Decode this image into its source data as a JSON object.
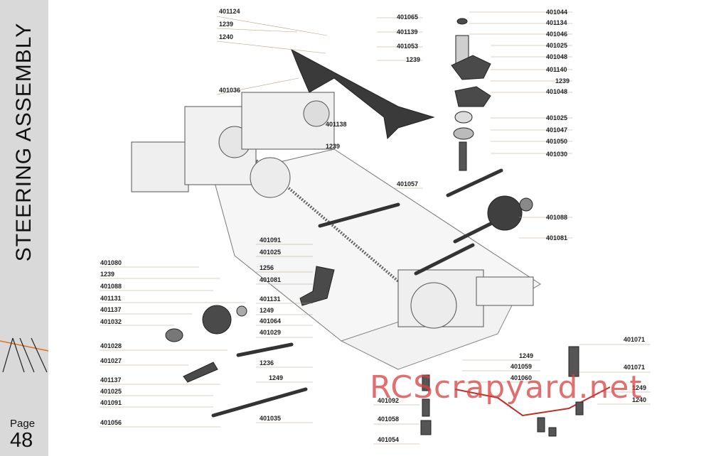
{
  "sidebar": {
    "title": "STEERING  ASSEMBLY",
    "page_label": "Page",
    "page_number": "48"
  },
  "callouts": [
    "401124",
    "1239",
    "1240",
    "401036",
    "401065",
    "401139",
    "401053",
    "1239",
    "401044",
    "401134",
    "401046",
    "401025",
    "401048",
    "401140",
    "1239",
    "401048",
    "401138",
    "1239",
    "401025",
    "401047",
    "401050",
    "401030",
    "401057",
    "401088",
    "401081",
    "401091",
    "401025",
    "1256",
    "401081",
    "401131",
    "1249",
    "401064",
    "401029",
    "1236",
    "1249",
    "401080",
    "1239",
    "401088",
    "401131",
    "401137",
    "401032",
    "401028",
    "401027",
    "401137",
    "401025",
    "401091",
    "401056",
    "401035",
    "401092",
    "401058",
    "401054",
    "1249",
    "401059",
    "401060",
    "401071",
    "401071",
    "1249",
    "1240"
  ],
  "watermark": "RCScrapyard.net",
  "colors": {
    "sidebar": "#d9d9d9",
    "accent": "#e07020",
    "watermark": "#d94040"
  }
}
